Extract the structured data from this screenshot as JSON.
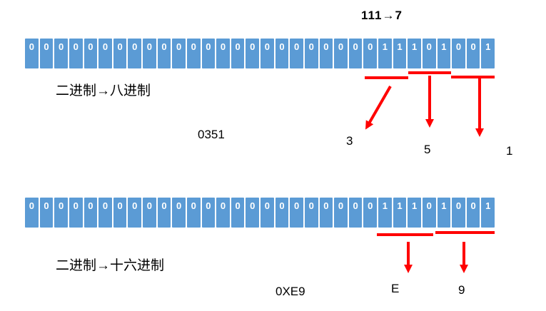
{
  "colors": {
    "cell_blue": "#5B9BD5",
    "arrow_red": "#FF0000",
    "text_black": "#000000",
    "bit_text_white": "#FFFFFF"
  },
  "top_note": "111→7",
  "octal": {
    "section_label": "二进制→八进制",
    "result": "0351",
    "bits": [
      "0",
      "0",
      "0",
      "0",
      "0",
      "0",
      "0",
      "0",
      "0",
      "0",
      "0",
      "0",
      "0",
      "0",
      "0",
      "0",
      "0",
      "0",
      "0",
      "0",
      "0",
      "0",
      "0",
      "0",
      "1",
      "1",
      "1",
      "0",
      "1",
      "0",
      "0",
      "1"
    ],
    "groups": [
      {
        "bits": "011",
        "digit": "3"
      },
      {
        "bits": "101",
        "digit": "5"
      },
      {
        "bits": "001",
        "digit": "1"
      }
    ],
    "digits": {
      "d1": "3",
      "d2": "5",
      "d3": "1"
    }
  },
  "hex": {
    "section_label": "二进制→十六进制",
    "result": "0XE9",
    "bits": [
      "0",
      "0",
      "0",
      "0",
      "0",
      "0",
      "0",
      "0",
      "0",
      "0",
      "0",
      "0",
      "0",
      "0",
      "0",
      "0",
      "0",
      "0",
      "0",
      "0",
      "0",
      "0",
      "0",
      "0",
      "1",
      "1",
      "1",
      "0",
      "1",
      "0",
      "0",
      "1"
    ],
    "groups": [
      {
        "bits": "1110",
        "digit": "E"
      },
      {
        "bits": "1001",
        "digit": "9"
      }
    ],
    "digits": {
      "d1": "E",
      "d2": "9"
    }
  }
}
